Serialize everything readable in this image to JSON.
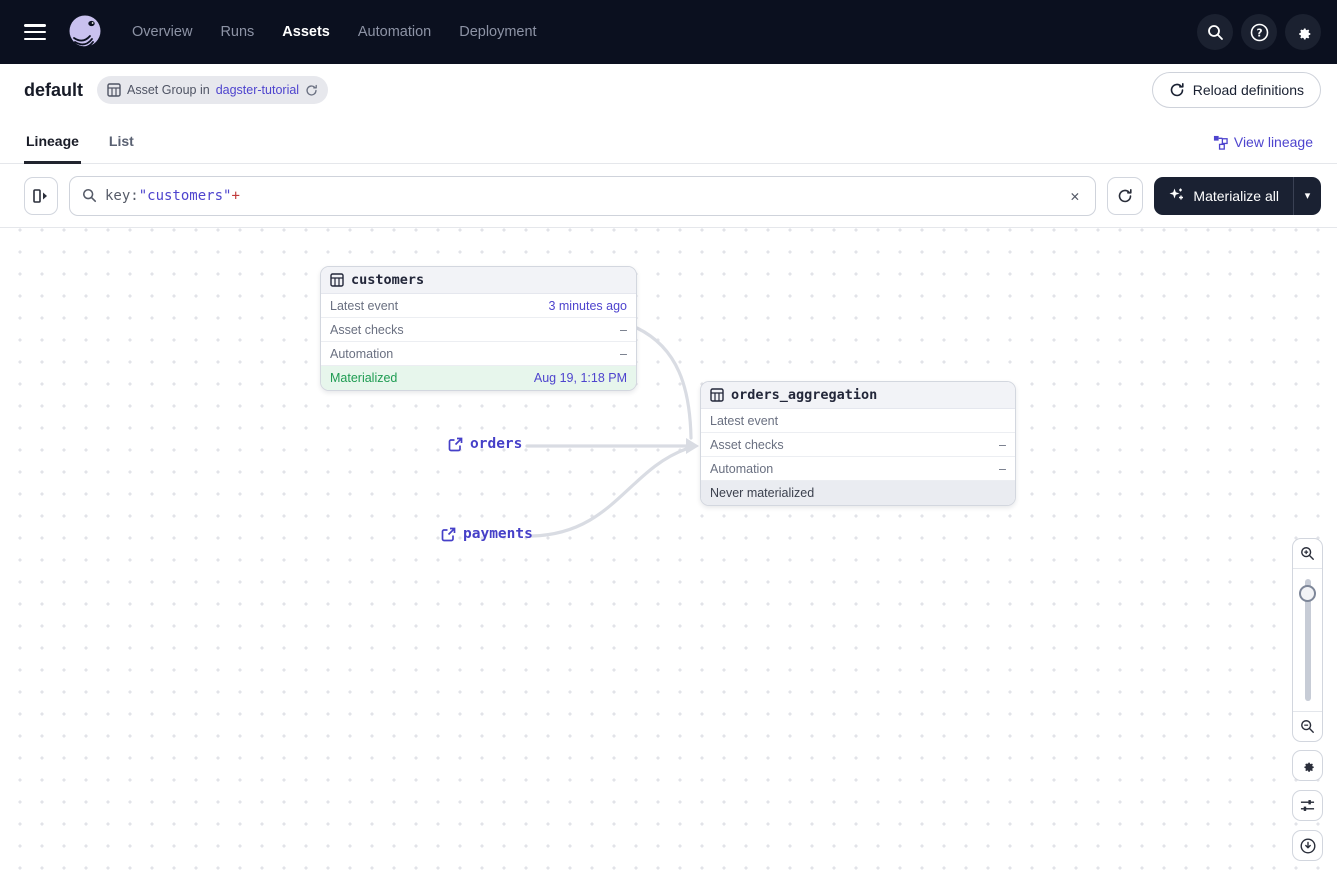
{
  "navbar": {
    "items": [
      {
        "label": "Overview"
      },
      {
        "label": "Runs"
      },
      {
        "label": "Assets"
      },
      {
        "label": "Automation"
      },
      {
        "label": "Deployment"
      }
    ],
    "active_item": "Assets"
  },
  "header": {
    "title": "default",
    "badge_prefix": "Asset Group in",
    "badge_link": "dagster-tutorial",
    "reload_label": "Reload definitions"
  },
  "tabs": {
    "lineage": "Lineage",
    "list": "List",
    "view_lineage": "View lineage"
  },
  "toolbar": {
    "search_query": {
      "prefix": "key:",
      "quoted": "\"customers\"",
      "operator": "+"
    },
    "clear_glyph": "✕",
    "materialize_label": "Materialize all",
    "caret_glyph": "▾"
  },
  "graph": {
    "nodes": [
      {
        "title": "customers",
        "rows": [
          {
            "label": "Latest event",
            "value": "3 minutes ago"
          },
          {
            "label": "Asset checks",
            "value": "–"
          },
          {
            "label": "Automation",
            "value": "–"
          },
          {
            "label": "Materialized",
            "value": "Aug 19, 1:18 PM"
          }
        ]
      },
      {
        "title": "orders_aggregation",
        "rows": [
          {
            "label": "Latest event",
            "value": ""
          },
          {
            "label": "Asset checks",
            "value": "–"
          },
          {
            "label": "Automation",
            "value": "–"
          },
          {
            "label": "Never materialized",
            "value": ""
          }
        ]
      }
    ],
    "external_assets": [
      {
        "label": "orders"
      },
      {
        "label": "payments"
      }
    ]
  },
  "colors": {
    "navbar_bg": "#0b101f",
    "link_accent": "#4e44ce",
    "materialized_green": "#1e9c52",
    "materialized_bg": "#e7f6ec",
    "edge_gray": "#d9dce3",
    "error_red": "#c13a3a",
    "logo_lavender": "#c9c1ef"
  }
}
